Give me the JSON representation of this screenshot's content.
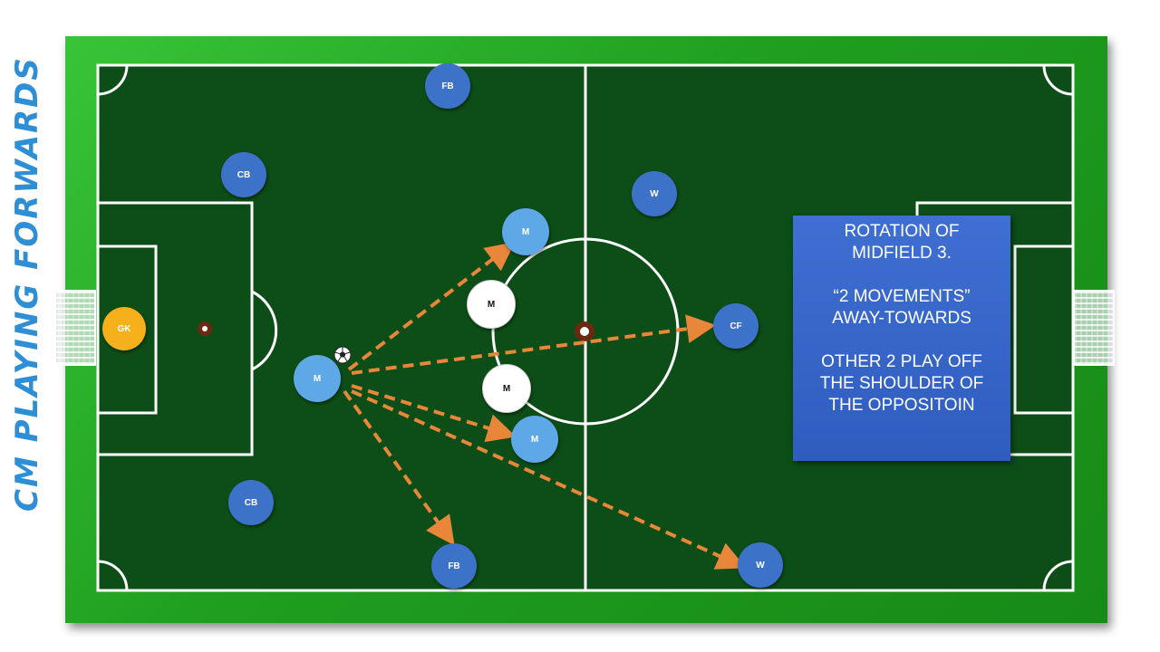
{
  "side_title": "CM PLAYING FORWARDS",
  "info_box": {
    "line1": "ROTATION OF",
    "line2": "MIDFIELD 3.",
    "line3": "“2 MOVEMENTS”",
    "line4": "AWAY-TOWARDS",
    "line5": "OTHER 2 PLAY OFF",
    "line6": "THE SHOULDER OF",
    "line7": "THE OPPOSITOIN"
  },
  "players": {
    "gk": "GK",
    "cb_top": "CB",
    "cb_bottom": "CB",
    "fb_top": "FB",
    "fb_bottom": "FB",
    "m_ball": "M",
    "m_top": "M",
    "m_bottom": "M",
    "opp_m_top": "M",
    "opp_m_bottom": "M",
    "w_top": "W",
    "w_bottom": "W",
    "cf": "CF"
  },
  "colors": {
    "pitch": "#0d4d17",
    "frame": "#2aae2a",
    "team": "#3d72c9",
    "team_light": "#5ea8e8",
    "opponent": "#ffffff",
    "goalkeeper": "#f5b01c",
    "arrow": "#e8863a",
    "info_box": "#3a66cc",
    "title": "#2e8fd6"
  },
  "icons": {
    "ball": "soccer-ball-icon"
  }
}
